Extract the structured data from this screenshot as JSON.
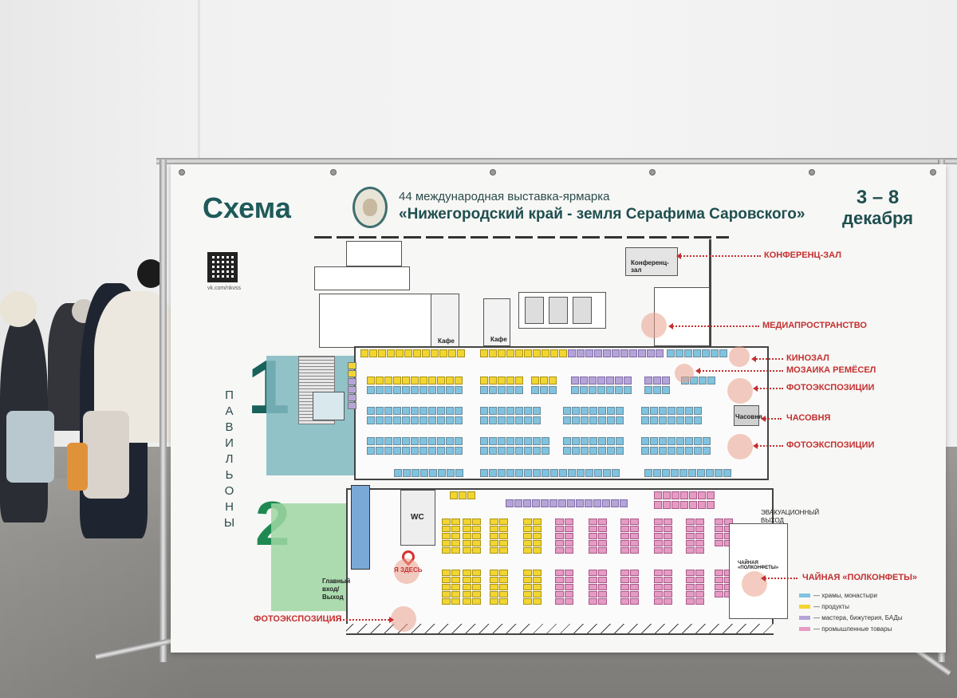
{
  "banner": {
    "title": "Схема",
    "subtitle": "44 международная выставка-ярмарка",
    "event_name": "«Нижегородский край - земля Серафима Саровского»",
    "dates": "3 – 8",
    "month": "декабря",
    "qr_caption": "vk.com/nkvss",
    "pavilions_label": "ПАВИЛЬОНЫ",
    "pavilion_1": "1",
    "pavilion_2": "2"
  },
  "plan": {
    "conference_room": "Конференц-зал",
    "cafe_1": "Кафе",
    "cafe_2": "Кафе",
    "chapel": "Часовня",
    "wc": "WC",
    "you_are_here": "Я ЗДЕСЬ",
    "main_entrance": "Главный вход/ Выход",
    "evacuation_exit": "ЭВАКУАЦИОННЫЙ ВЫХОД",
    "tea_zone": "ЧАЙНАЯ «ПОЛКОНФЕТЫ»"
  },
  "callouts": [
    "КОНФЕРЕНЦ-ЗАЛ",
    "МЕДИАПРОСТРАНСТВО",
    "КИНОЗАЛ",
    "МОЗАИКА РЕМЁСЕЛ",
    "ФОТОЭКСПОЗИЦИИ",
    "ЧАСОВНЯ",
    "ФОТОЭКСПОЗИЦИИ",
    "ЧАЙНАЯ «ПОЛКОНФЕТЫ»",
    "ФОТОЭКСПОЗИЦИЯ"
  ],
  "legend": [
    {
      "label": "— храмы, монастыри",
      "color": "#7fc3e0"
    },
    {
      "label": "— продукты",
      "color": "#f2d531"
    },
    {
      "label": "— мастера, бижутерия, БАДы",
      "color": "#b5a4d8"
    },
    {
      "label": "— промышленные товары",
      "color": "#e69ac4"
    }
  ]
}
